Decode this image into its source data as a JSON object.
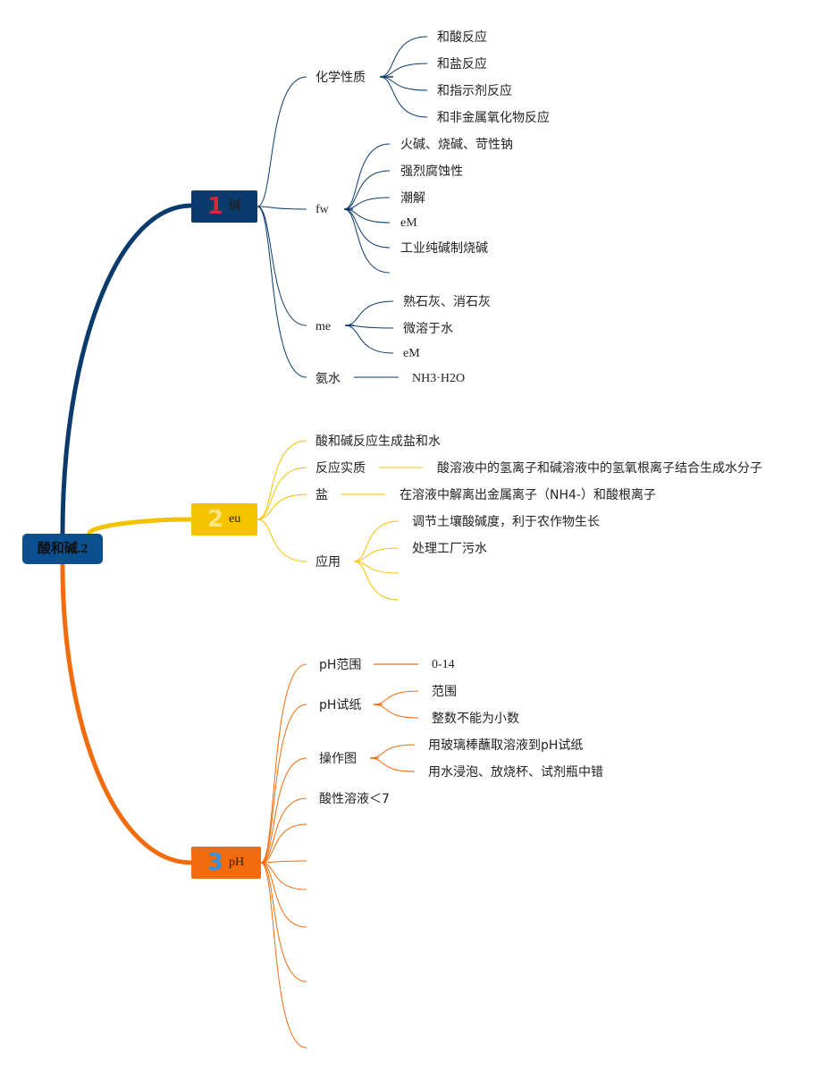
{
  "root": {
    "label": "酸和碱.2"
  },
  "branches": [
    {
      "num": "1",
      "label": "碱",
      "color": "#0b3a6c",
      "num_color": "#d6263a",
      "children": [
        {
          "label": "化学性质",
          "items": [
            "和酸反应",
            "和盐反应",
            "和指示剂反应",
            "和非金属氧化物反应"
          ]
        },
        {
          "label": "fw",
          "items": [
            "火碱、烧碱、苛性钠",
            "强烈腐蚀性",
            "潮解",
            "eM",
            "工业纯碱制烧碱",
            ""
          ]
        },
        {
          "label": "me",
          "items": [
            "熟石灰、消石灰",
            "微溶于水",
            "eM"
          ]
        },
        {
          "label": "氨水",
          "items": [
            "NH3·H2O"
          ]
        }
      ]
    },
    {
      "num": "2",
      "label": "eu",
      "color": "#f5c200",
      "num_color": "#ffe680",
      "children": [
        {
          "label": "酸和碱反应生成盐和水",
          "items": []
        },
        {
          "label": "反应实质",
          "items": [
            "酸溶液中的氢离子和碱溶液中的氢氧根离子结合生成水分子"
          ]
        },
        {
          "label": "盐",
          "items": [
            "在溶液中解离出金属离子（NH4-）和酸根离子"
          ]
        },
        {
          "label": "应用",
          "items": [
            "调节土壤酸碱度，利于农作物生长",
            "处理工厂污水",
            "",
            ""
          ]
        }
      ]
    },
    {
      "num": "3",
      "label": "pH",
      "color": "#f26c0d",
      "num_color": "#3d8fd6",
      "children": [
        {
          "label": "pH范围",
          "items": [
            "0-14"
          ]
        },
        {
          "label": "pH试纸",
          "items": [
            "范围",
            "整数不能为小数"
          ]
        },
        {
          "label": "操作图",
          "items": [
            "用玻璃棒蘸取溶液到pH试纸",
            "用水浸泡、放烧杯、试剂瓶中错"
          ]
        },
        {
          "label": "酸性溶液＜7",
          "items": []
        },
        {
          "label": "",
          "items": []
        },
        {
          "label": "",
          "items": []
        },
        {
          "label": "",
          "items": []
        },
        {
          "label": "",
          "items": []
        },
        {
          "label": "",
          "items": []
        },
        {
          "label": "",
          "items": []
        }
      ]
    }
  ]
}
